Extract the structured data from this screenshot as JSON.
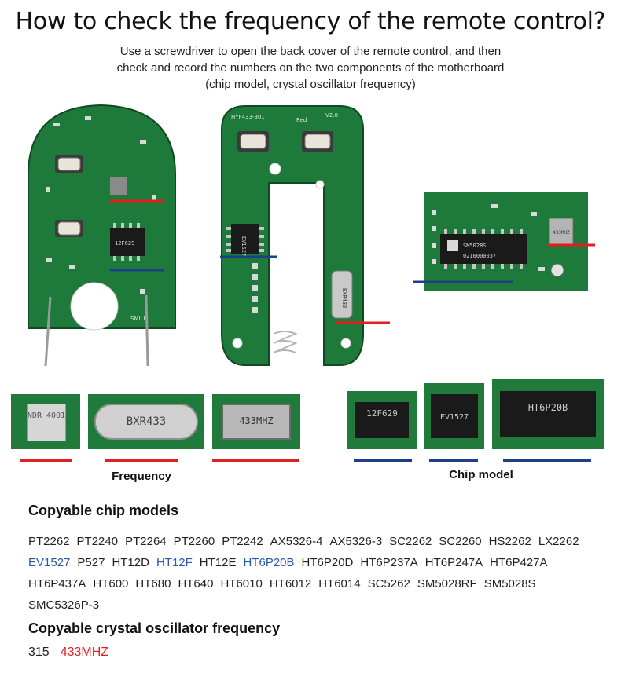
{
  "header": {
    "title": "How to check the frequency of the remote control?",
    "subtitle_lines": [
      "Use a screwdriver to open the back cover of the remote control, and then",
      "check and record the numbers on the two components of the motherboard",
      "(chip model, crystal oscillator frequency)"
    ]
  },
  "boards": {
    "left_chip_text": "12F629",
    "left_silk_text": "SMILE",
    "middle_silk_top": "HYF433-301",
    "middle_silk_ver": "V2.0",
    "middle_silk_red": "Red",
    "middle_chip_text": "EV1527",
    "middle_crystal_text": "BXR433",
    "right_chip_line1": "SM5028S",
    "right_chip_line2": "0210000037",
    "right_crystal_text": "433MHZ"
  },
  "frequency_thumbs": {
    "label": "Frequency",
    "items": [
      "NDR 4001",
      "BXR433",
      "433MHZ"
    ]
  },
  "chip_thumbs": {
    "label": "Chip model",
    "items": [
      "12F629",
      "EV1527",
      "HT6P20B"
    ]
  },
  "colors": {
    "red_marker": "#e02020",
    "blue_marker": "#1c3f8a",
    "pcb_green": "#1d7a3a",
    "highlight_blue": "#2a59a8",
    "highlight_red": "#e02020"
  },
  "chip_models": {
    "heading": "Copyable chip models",
    "items": [
      {
        "text": "PT2262",
        "highlight": false
      },
      {
        "text": "PT2240",
        "highlight": false
      },
      {
        "text": "PT2264",
        "highlight": false
      },
      {
        "text": "PT2260",
        "highlight": false
      },
      {
        "text": "PT2242",
        "highlight": false
      },
      {
        "text": "AX5326-4",
        "highlight": false
      },
      {
        "text": "AX5326-3",
        "highlight": false
      },
      {
        "text": "SC2262",
        "highlight": false
      },
      {
        "text": "SC2260",
        "highlight": false
      },
      {
        "text": "HS2262",
        "highlight": false
      },
      {
        "text": "LX2262",
        "highlight": false
      },
      {
        "text": "EV1527",
        "highlight": true
      },
      {
        "text": "P527",
        "highlight": false
      },
      {
        "text": "HT12D",
        "highlight": false
      },
      {
        "text": "HT12F",
        "highlight": true
      },
      {
        "text": "HT12E",
        "highlight": false
      },
      {
        "text": "HT6P20B",
        "highlight": true
      },
      {
        "text": "HT6P20D",
        "highlight": false
      },
      {
        "text": "HT6P237A",
        "highlight": false
      },
      {
        "text": "HT6P247A",
        "highlight": false
      },
      {
        "text": "HT6P427A",
        "highlight": false
      },
      {
        "text": "HT6P437A",
        "highlight": false
      },
      {
        "text": "HT600",
        "highlight": false
      },
      {
        "text": "HT680",
        "highlight": false
      },
      {
        "text": "HT640",
        "highlight": false
      },
      {
        "text": "HT6010",
        "highlight": false
      },
      {
        "text": "HT6012",
        "highlight": false
      },
      {
        "text": "HT6014",
        "highlight": false
      },
      {
        "text": "SC5262",
        "highlight": false
      },
      {
        "text": "SM5028RF",
        "highlight": false
      },
      {
        "text": "SM5028S",
        "highlight": false
      },
      {
        "text": "SMC5326P-3",
        "highlight": false
      }
    ]
  },
  "crystal_frequencies": {
    "heading": "Copyable crystal oscillator frequency",
    "items": [
      {
        "text": "315",
        "highlight": false
      },
      {
        "text": "433MHZ",
        "highlight": true
      }
    ]
  }
}
